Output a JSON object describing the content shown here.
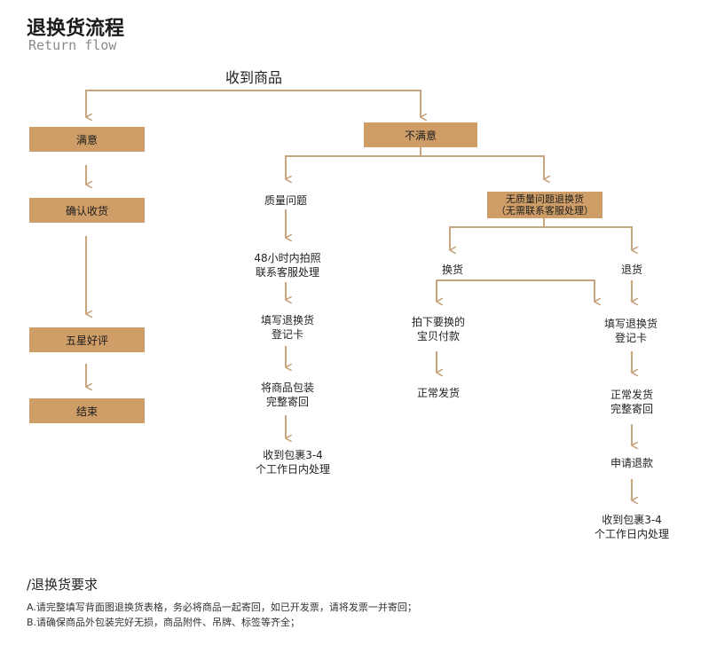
{
  "header": {
    "title": "退换货流程",
    "subtitle": "Return flow"
  },
  "flow": {
    "root": "收到商品",
    "satisfied": {
      "label": "满意",
      "steps": [
        "确认收货",
        "五星好评",
        "结束"
      ]
    },
    "unsatisfied": {
      "label": "不满意",
      "quality": {
        "label": "质量问题",
        "steps": [
          [
            "48小时内拍照",
            "联系客服处理"
          ],
          [
            "填写退换货",
            "登记卡"
          ],
          [
            "将商品包装",
            "完整寄回"
          ],
          [
            "收到包裹3-4",
            "个工作日内处理"
          ]
        ]
      },
      "no_quality": {
        "line1": "无质量问题退换货",
        "line2": "（无需联系客服处理）",
        "exchange": {
          "label": "换货",
          "steps": [
            [
              "拍下要换的",
              "宝贝付款"
            ],
            [
              "正常发货"
            ]
          ]
        },
        "return": {
          "label": "退货",
          "steps": [
            [
              "填写退换货",
              "登记卡"
            ],
            [
              "正常发货",
              "完整寄回"
            ],
            [
              "申请退款"
            ],
            [
              "收到包裹3-4",
              "个工作日内处理"
            ]
          ]
        }
      }
    }
  },
  "requirements": {
    "title": "/退换货要求",
    "items": [
      "A.请完整填写背面图退换货表格，务必将商品一起寄回，如已开发票，请将发票一并寄回；",
      "B.请确保商品外包装完好无损，商品附件、吊牌、标签等齐全；"
    ]
  },
  "colors": {
    "box_fill": "#cf9e68",
    "connector": "#c7a57f"
  }
}
